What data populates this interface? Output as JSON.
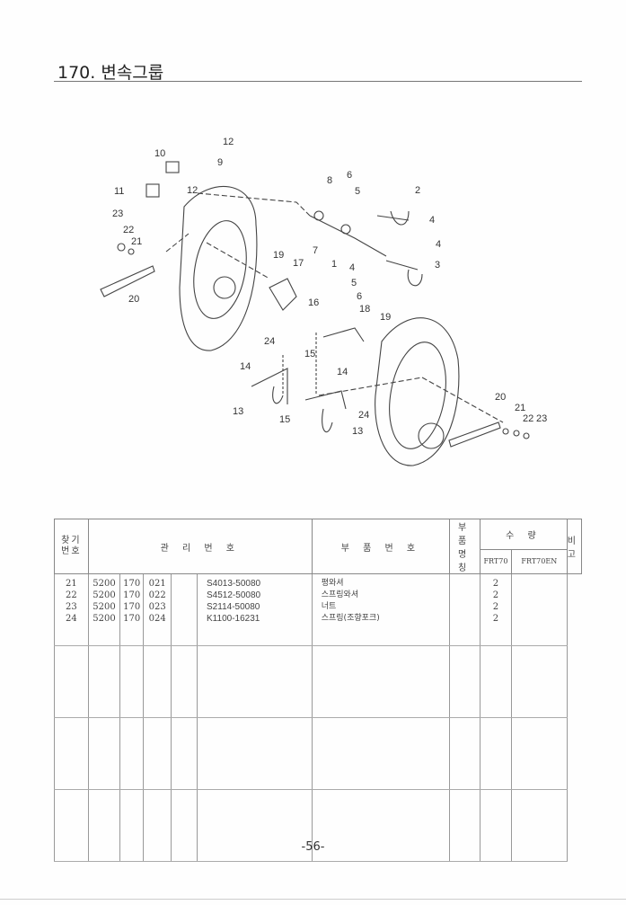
{
  "title": "170. 변속그룹",
  "diagram": {
    "callouts": [
      "10",
      "12",
      "9",
      "11",
      "12",
      "23",
      "22",
      "21",
      "20",
      "8",
      "6",
      "5",
      "2",
      "4",
      "7",
      "1",
      "4",
      "3",
      "4",
      "5",
      "6",
      "19",
      "17",
      "16",
      "18",
      "19",
      "24",
      "15",
      "14",
      "14",
      "13",
      "20",
      "21",
      "22",
      "23",
      "24",
      "15",
      "13"
    ]
  },
  "table": {
    "headers": {
      "ref_no": "찾기\n번호",
      "mgmt_no": "관 리 번 호",
      "part_no": "부 품 번 호",
      "part_name": "부 품 명 칭",
      "qty": "수 량",
      "qty_sub": [
        "FRT70",
        "FRT70EN"
      ],
      "remarks": "비 고"
    },
    "rows": [
      {
        "ref": "21",
        "m1": "5200",
        "m2": "170",
        "m3": "021",
        "part_no": "S4013-50080",
        "name": "평와셔",
        "q1": "",
        "q2": "2",
        "remark": ""
      },
      {
        "ref": "22",
        "m1": "5200",
        "m2": "170",
        "m3": "022",
        "part_no": "S4512-50080",
        "name": "스프링와셔",
        "q1": "",
        "q2": "2",
        "remark": ""
      },
      {
        "ref": "23",
        "m1": "5200",
        "m2": "170",
        "m3": "023",
        "part_no": "S2114-50080",
        "name": "너트",
        "q1": "",
        "q2": "2",
        "remark": ""
      },
      {
        "ref": "24",
        "m1": "5200",
        "m2": "170",
        "m3": "024",
        "part_no": "K1100-16231",
        "name": "스프링(조향포크)",
        "q1": "",
        "q2": "2",
        "remark": ""
      }
    ]
  },
  "page_number": "-56-"
}
